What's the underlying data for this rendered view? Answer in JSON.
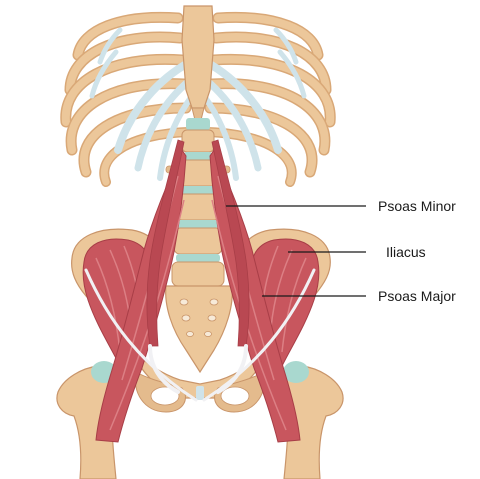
{
  "labels": {
    "psoas_minor": "Psoas Minor",
    "iliacus": "Iliacus",
    "psoas_major": "Psoas Major"
  },
  "colors": {
    "bone": "#ecc79a",
    "bone_shade": "#d9a877",
    "bone_outline": "#c9956a",
    "cartilage": "#cfe3ea",
    "disc": "#a9d8cf",
    "muscle": "#c8565e",
    "muscle_dark": "#a83e47",
    "muscle_light": "#dc7f84",
    "tendon": "#f1f1f4",
    "label": "#1a1a1a"
  }
}
